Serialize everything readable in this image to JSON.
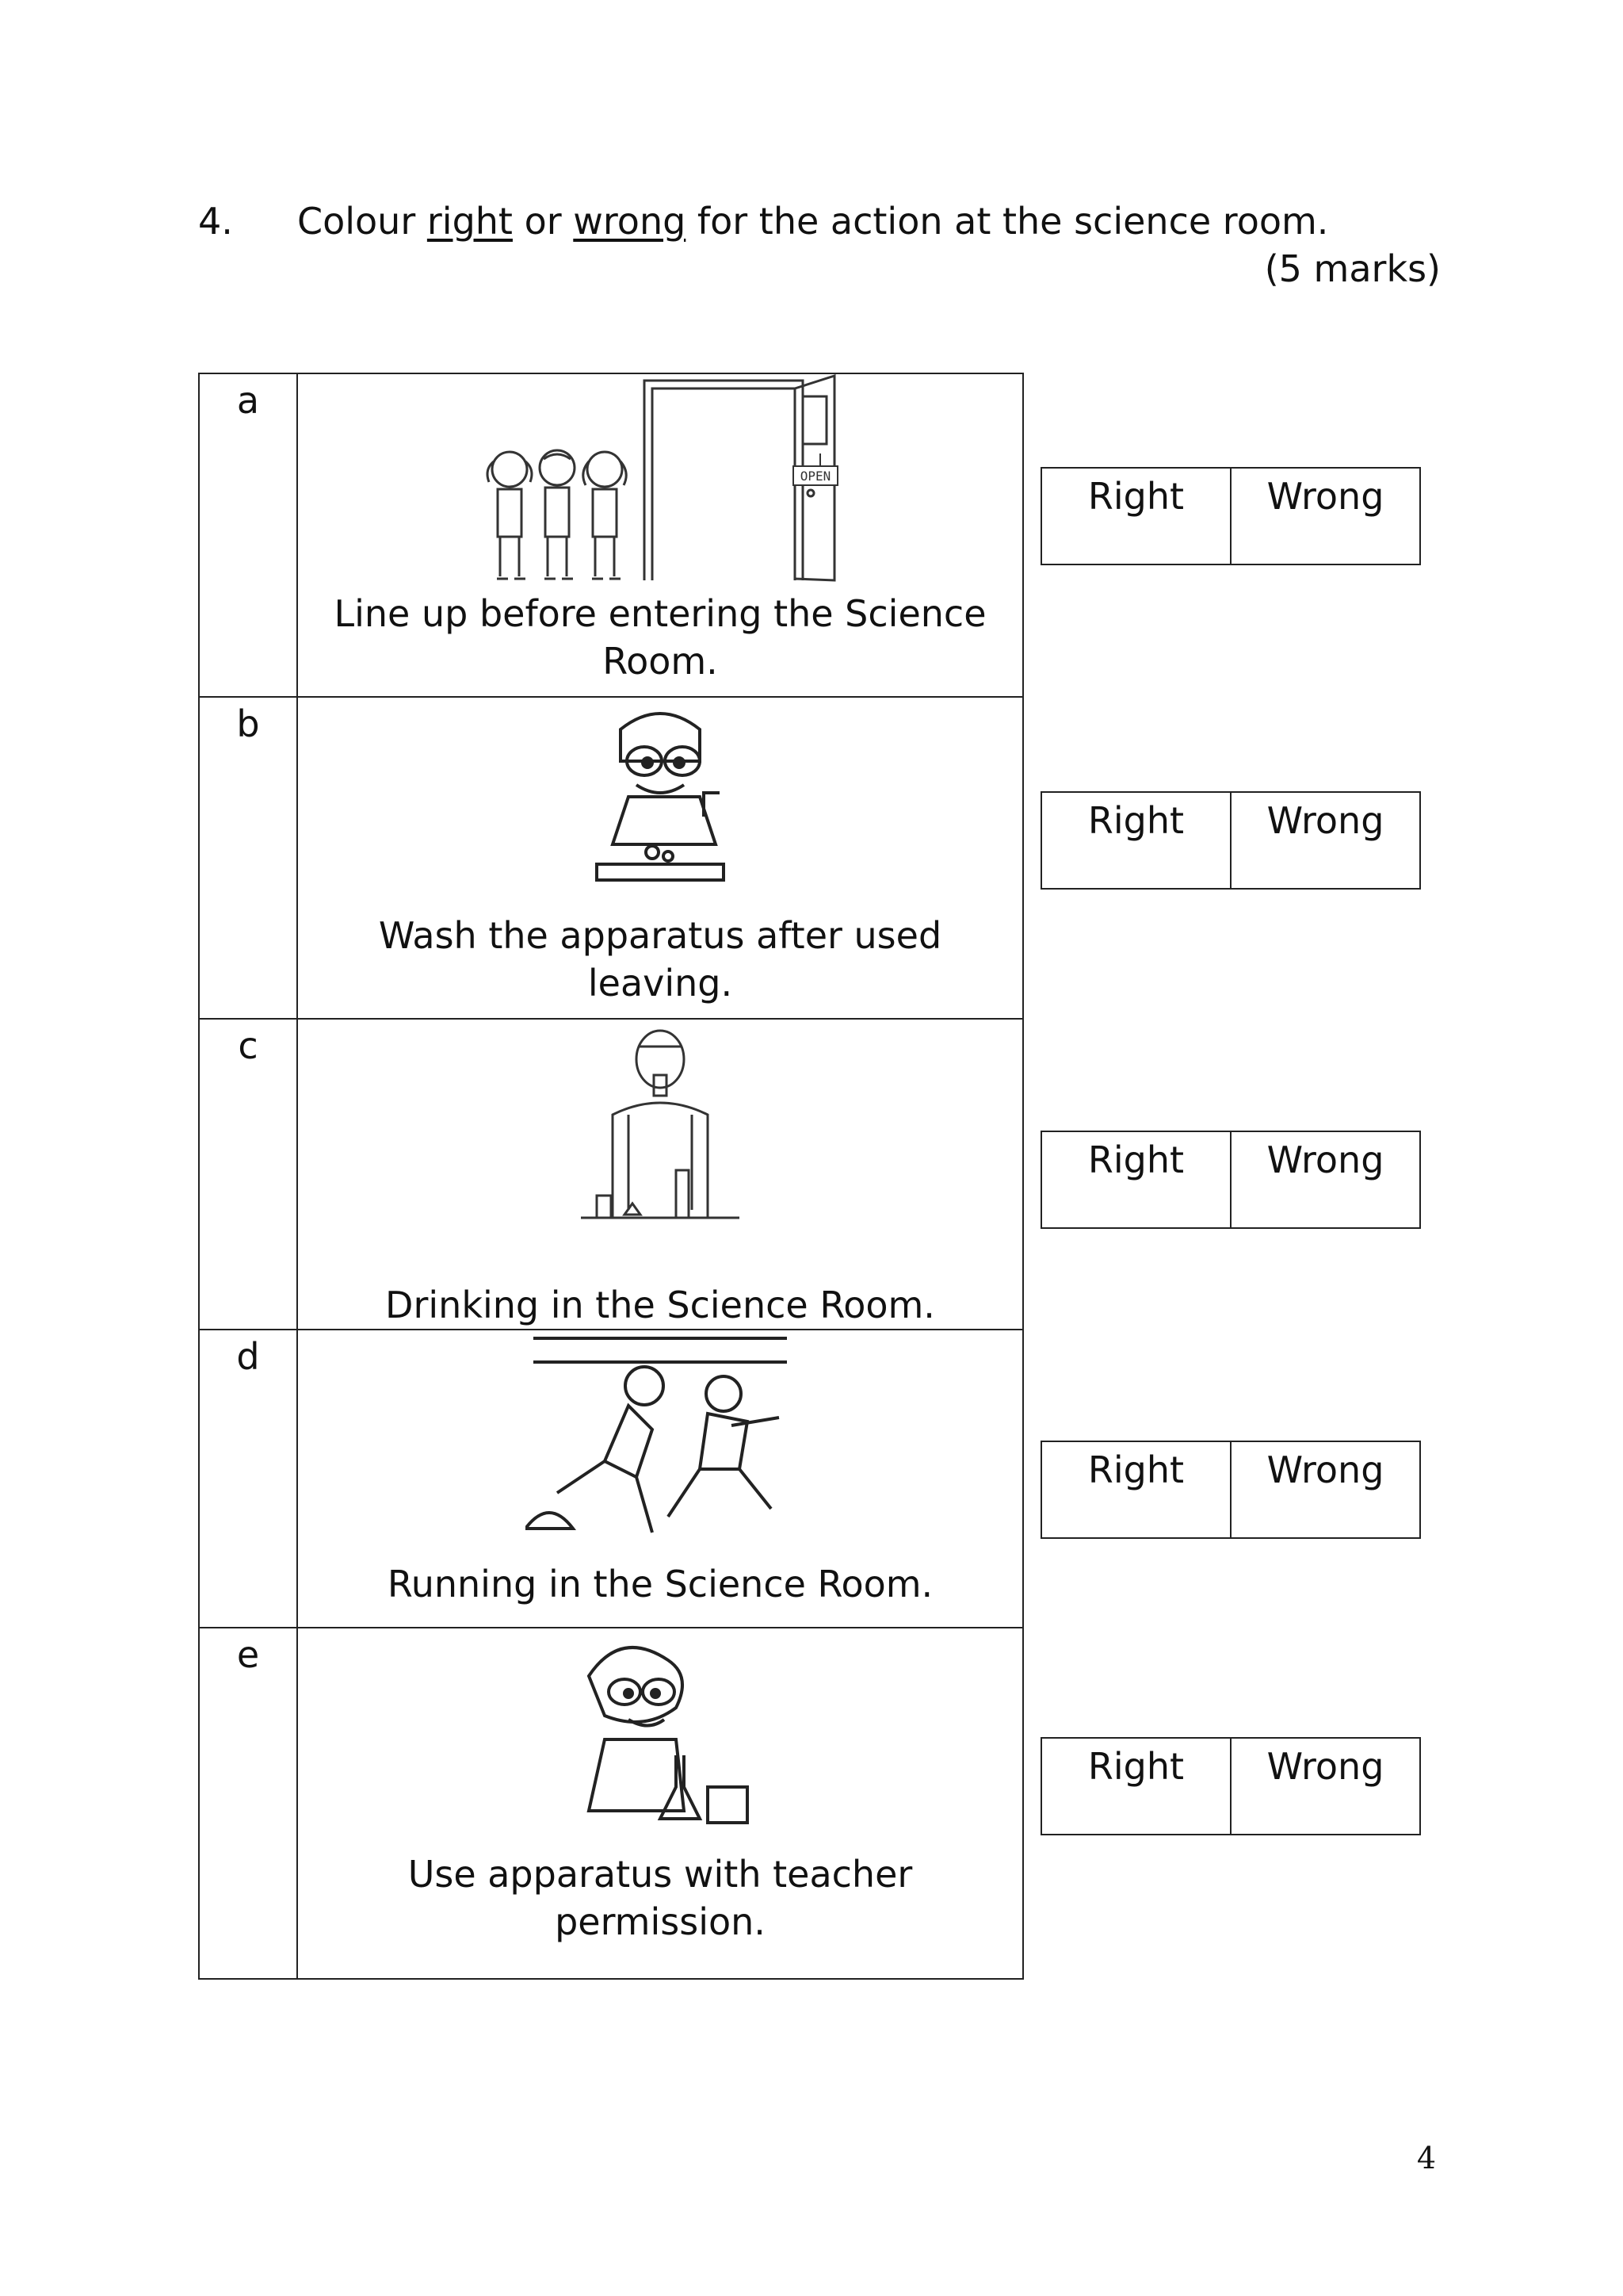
{
  "question": {
    "number": "4.",
    "text_pre": "Colour ",
    "word_right": "right",
    "text_mid": " or ",
    "word_wrong": "wrong",
    "text_post": " for the action at the science room.",
    "marks": "(5 marks)"
  },
  "rows": [
    {
      "letter": "a",
      "caption": "Line up before entering the Science Room.",
      "picture": "children-lining-up-at-open-door",
      "door_sign": "OPEN"
    },
    {
      "letter": "b",
      "caption": "Wash the apparatus after used leaving.",
      "picture": "boy-washing-apparatus-at-sink"
    },
    {
      "letter": "c",
      "caption": "Drinking in the Science Room.",
      "picture": "student-drinking-in-lab"
    },
    {
      "letter": "d",
      "caption": "Running in the Science Room.",
      "picture": "two-boys-running-in-lab"
    },
    {
      "letter": "e",
      "caption": "Use apparatus with teacher permission.",
      "picture": "student-using-apparatus"
    }
  ],
  "options": {
    "right": "Right",
    "wrong": "Wrong"
  },
  "page_number": "4"
}
